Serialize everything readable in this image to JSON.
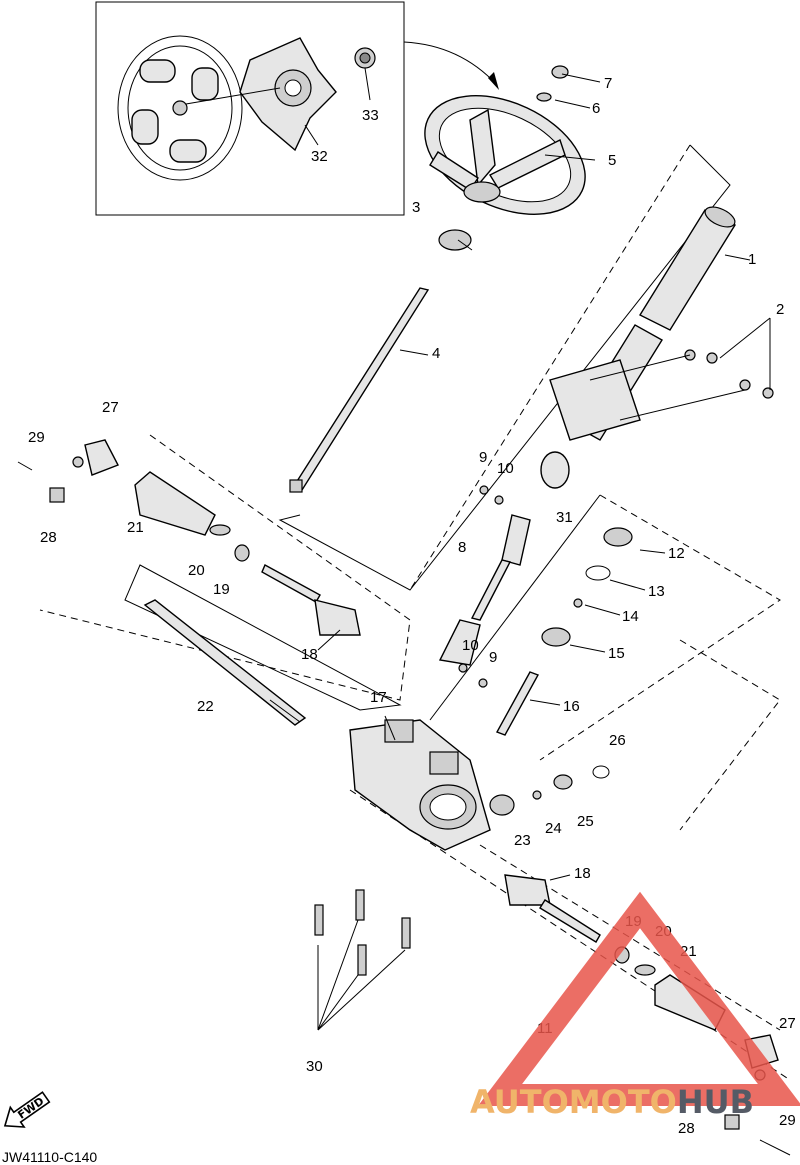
{
  "diagram": {
    "code": "JW41110-C140",
    "fwd_label": "FWD",
    "callouts": [
      {
        "id": "c1",
        "text": "1"
      },
      {
        "id": "c2",
        "text": "2"
      },
      {
        "id": "c3",
        "text": "3"
      },
      {
        "id": "c4",
        "text": "4"
      },
      {
        "id": "c5",
        "text": "5"
      },
      {
        "id": "c6",
        "text": "6"
      },
      {
        "id": "c7",
        "text": "7"
      },
      {
        "id": "c8",
        "text": "8"
      },
      {
        "id": "c9a",
        "text": "9"
      },
      {
        "id": "c9b",
        "text": "9"
      },
      {
        "id": "c10a",
        "text": "10"
      },
      {
        "id": "c10b",
        "text": "10"
      },
      {
        "id": "c11",
        "text": "11"
      },
      {
        "id": "c12",
        "text": "12"
      },
      {
        "id": "c13",
        "text": "13"
      },
      {
        "id": "c14",
        "text": "14"
      },
      {
        "id": "c15",
        "text": "15"
      },
      {
        "id": "c16",
        "text": "16"
      },
      {
        "id": "c17",
        "text": "17"
      },
      {
        "id": "c18a",
        "text": "18"
      },
      {
        "id": "c18b",
        "text": "18"
      },
      {
        "id": "c19a",
        "text": "19"
      },
      {
        "id": "c19b",
        "text": "19"
      },
      {
        "id": "c20a",
        "text": "20"
      },
      {
        "id": "c20b",
        "text": "20"
      },
      {
        "id": "c21a",
        "text": "21"
      },
      {
        "id": "c21b",
        "text": "21"
      },
      {
        "id": "c22",
        "text": "22"
      },
      {
        "id": "c23",
        "text": "23"
      },
      {
        "id": "c24",
        "text": "24"
      },
      {
        "id": "c25",
        "text": "25"
      },
      {
        "id": "c26",
        "text": "26"
      },
      {
        "id": "c27a",
        "text": "27"
      },
      {
        "id": "c27b",
        "text": "27"
      },
      {
        "id": "c28a",
        "text": "28"
      },
      {
        "id": "c28b",
        "text": "28"
      },
      {
        "id": "c29a",
        "text": "29"
      },
      {
        "id": "c29b",
        "text": "29"
      },
      {
        "id": "c30",
        "text": "30"
      },
      {
        "id": "c31",
        "text": "31"
      },
      {
        "id": "c32",
        "text": "32"
      },
      {
        "id": "c33",
        "text": "33"
      }
    ]
  },
  "watermark": {
    "part1": "AUTOMOTO",
    "part2": "HUB",
    "color_primary": "#f0b46a",
    "color_secondary": "#555b66",
    "color_triangle": "#e8554a"
  }
}
